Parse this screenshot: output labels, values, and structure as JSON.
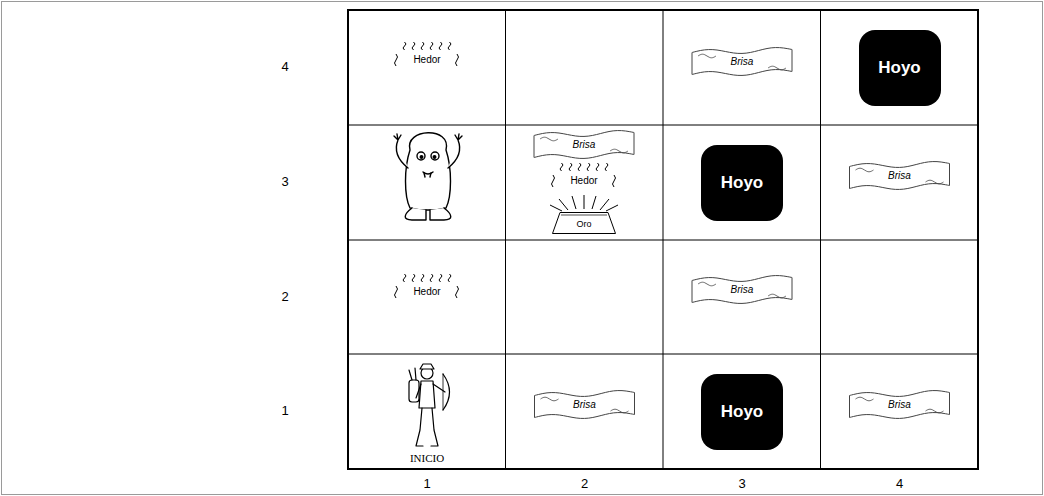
{
  "diagram": {
    "nodes": [
      {
        "text": [
          "Hoyo"
        ]
      },
      {
        "text": [
          "Oro"
        ]
      },
      {
        "text": [
          "Hoyo"
        ]
      },
      {
        "text": [
          "Hoyo"
        ]
      }
    ],
    "labels": [
      "4",
      "Hedor",
      "Brisa",
      "3",
      "Brisa",
      "Hedor",
      "Brisa",
      "2",
      "Hedor",
      "Brisa",
      "1",
      "INICIO",
      "Brisa",
      "Brisa",
      "1",
      "2",
      "3",
      "4"
    ]
  }
}
